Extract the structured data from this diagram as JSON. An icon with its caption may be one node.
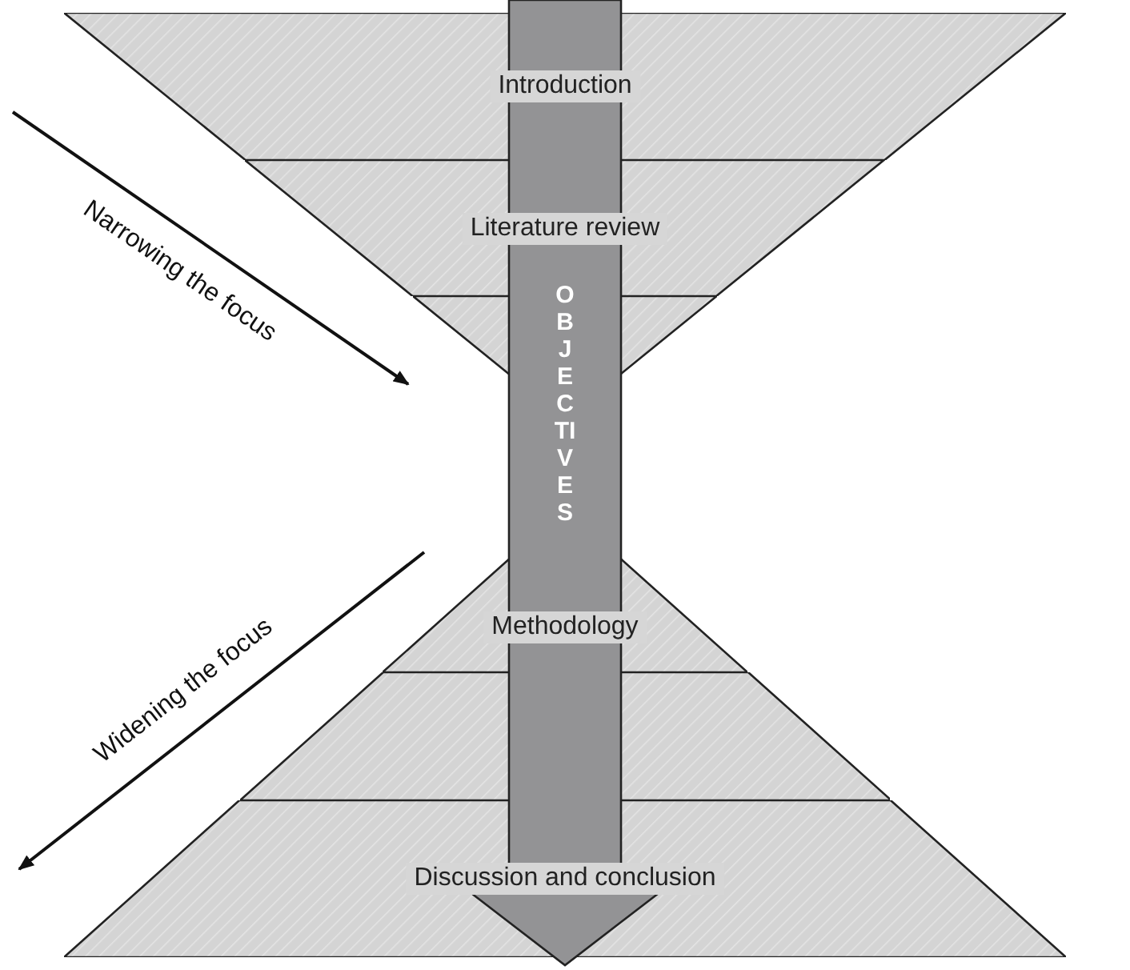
{
  "diagram": {
    "nodes": [
      {
        "text": [
          "Introduction"
        ]
      },
      {
        "text": [
          "Literature review"
        ]
      },
      {
        "text": [],
        "shape": "box"
      },
      {
        "text": [
          "Methodology"
        ]
      },
      {
        "text": [],
        "shape": "box"
      },
      {
        "text": [
          "Discussion and conclusion"
        ]
      },
      {
        "text": [
          "OBJECTIVES"
        ]
      }
    ],
    "labels": [
      "Narrowing the focus",
      "Widening the focus"
    ]
  }
}
